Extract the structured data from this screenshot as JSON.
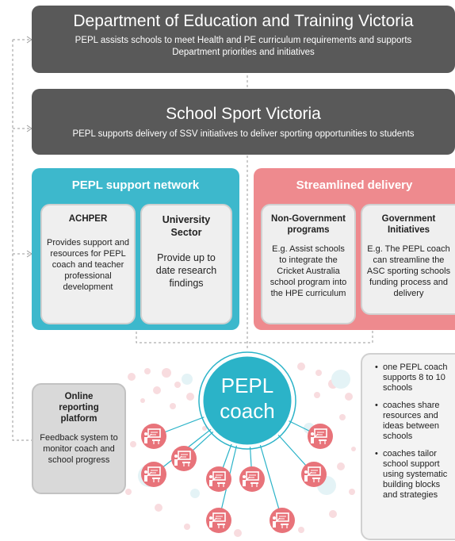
{
  "department": {
    "title": "Department of Education and Training Victoria",
    "subtitle_line1": "PEPL  assists schools to meet Health and PE curriculum requirements and supports",
    "subtitle_line2": "Department priorities and initiatives"
  },
  "ssv": {
    "title": "School Sport Victoria",
    "subtitle": "PEPL supports delivery of SSV initiatives  to deliver sporting opportunities to students"
  },
  "support_network": {
    "title": "PEPL  support network",
    "color": "#3db8cc",
    "cards": [
      {
        "title": "ACHPER",
        "body": "Provides support and resources for PEPL coach and teacher professional development"
      },
      {
        "title": "University Sector",
        "body": "Provide up to date research findings"
      }
    ]
  },
  "streamlined": {
    "title": "Streamlined delivery",
    "color": "#ee8a8e",
    "cards": [
      {
        "title": "Non-Government programs",
        "body": "E.g. Assist schools to integrate the Cricket Australia school program into the HPE curriculum"
      },
      {
        "title": "Government Initiatives",
        "body": "E.g. The PEPL coach can streamline the ASC sporting schools funding process and delivery"
      }
    ]
  },
  "coach": {
    "line1": "PEPL",
    "line2": "coach",
    "color": "#2bb3c8"
  },
  "reporting": {
    "title": "Online reporting platform",
    "body": "Feedback system to monitor coach and school progress"
  },
  "bullets": [
    "one PEPL coach supports 8 to 10 schools",
    "coaches share resources and ideas between schools",
    "coaches tailor school support using systematic building blocks and strategies"
  ],
  "icons": {
    "school": "classroom-teacher-icon",
    "school_color": "#e8737a"
  }
}
